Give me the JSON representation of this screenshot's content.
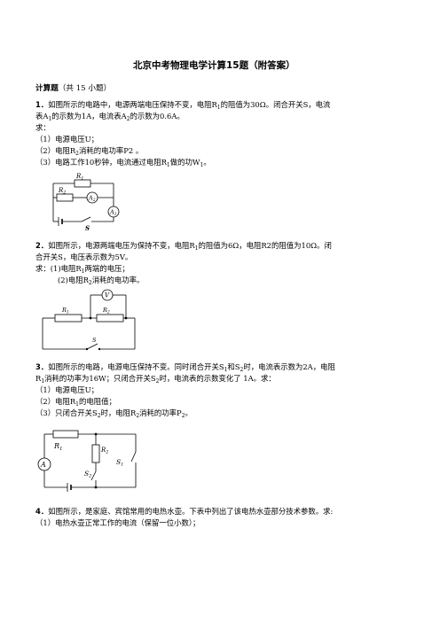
{
  "title": "北京中考物理电学计算15题（附答案）",
  "section": {
    "label": "计算题",
    "note": "（共 15 小题）"
  },
  "q1": {
    "num": "1．",
    "l1a": "如图所示的电路中，电源两端电压保持不变，电阻R",
    "l1s": "1",
    "l1b": "的阻值为30Ω。闭合开关S，电流",
    "l2a": "表A",
    "l2s1": "1",
    "l2b": "的示数为1A，电流表A",
    "l2s2": "2",
    "l2c": "的示数为0.6A。",
    "ask": "求：",
    "s1": "（1）电源电压U；",
    "s2": "（2）电阻R",
    "s2s": "2",
    "s2b": "消耗的电功率P2 。",
    "s3": "（3）电路工作10秒钟，电流通过电阻R",
    "s3s": "1",
    "s3b": "做的功W",
    "s3s2": "1",
    "s3c": "。",
    "fig": {
      "r1": "R",
      "r1s": "1",
      "r2": "R",
      "r2s": "2",
      "a2": "A",
      "a2s": "2",
      "a1": "A",
      "a1s": "1",
      "s": "S"
    }
  },
  "q2": {
    "num": "2．",
    "l1a": "如图所示，电源两端电压为保持不变，电阻R",
    "l1s": "1",
    "l1b": "的阻值为6Ω，电阻R2的阻值为10Ω。闭",
    "l2": "合开关S，电压表示数为5V。",
    "s1a": "求：(1)电阻R",
    "s1s": "1",
    "s1b": "两端的电压；",
    "s2a": "(2)电阻R",
    "s2s": "2",
    "s2b": "消耗的电功率。",
    "fig": {
      "v": "V",
      "r1": "R",
      "r1s": "1",
      "r2": "R",
      "r2s": "2",
      "s": "S"
    }
  },
  "q3": {
    "num": "3．",
    "l1a": "如图所示的电路，电源电压保持不变。同时闭合开关S",
    "l1s1": "1",
    "l1b": "和S",
    "l1s2": "2",
    "l1c": "时，电流表示数为2A，电阻",
    "l2a": "R",
    "l2s1": "1",
    "l2b": "消耗的功率为16W；只闭合开关S",
    "l2s2": "2",
    "l2c": "时，电流表的示数变化了 1A。求：",
    "s1": "（1）电源电压U；",
    "s2a": "（2）电阻R",
    "s2s": "1",
    "s2b": "的电阻值；",
    "s3a": "（3）只闭合开关S",
    "s3s1": "2",
    "s3b": "时，电阻R",
    "s3s2": "2",
    "s3c": "消耗的功率P",
    "s3s3": "2",
    "s3d": "。",
    "fig": {
      "a": "A",
      "r1": "R",
      "r1s": "1",
      "r2": "R",
      "r2s": "2",
      "s1": "S",
      "s1s": "1",
      "s2": "S",
      "s2s": "2"
    }
  },
  "q4": {
    "num": "4．",
    "l1": "如图所示，是家庭、宾馆常用的电热水壶。下表中列出了该电热水壶部分技术参数。求:",
    "s1": "（1）电热水壶正常工作的电流（保留一位小数）；"
  }
}
